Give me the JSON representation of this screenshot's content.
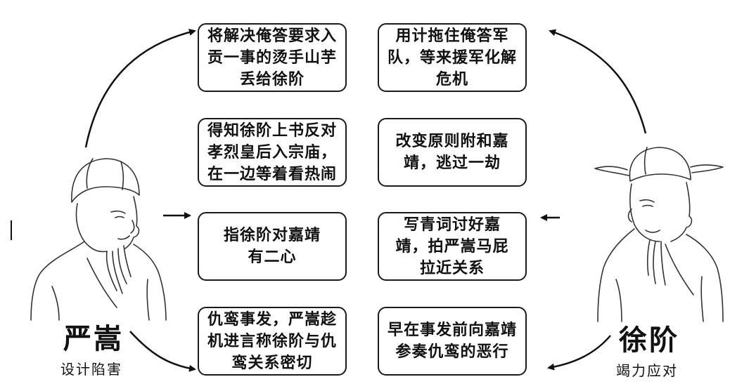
{
  "left_figure": {
    "name": "严嵩",
    "role": "设计陷害",
    "icon": "official-portrait-icon"
  },
  "right_figure": {
    "name": "徐阶",
    "role": "竭力应对",
    "icon": "official-portrait-icon"
  },
  "left_boxes": [
    "将解决俺答要求入\n贡一事的烫手山芋\n丢给徐阶",
    "得知徐阶上书反对\n孝烈皇后入宗庙，\n在一边等着看热闹",
    "指徐阶对嘉靖\n有二心",
    "仇鸾事发，严嵩趁\n机进言称徐阶与仇\n鸾关系密切"
  ],
  "right_boxes": [
    "用计拖住俺答军\n队，等来援军化解\n危机",
    "改变原则附和嘉\n靖，逃过一劫",
    "写青词讨好嘉\n靖，拍严嵩马屁\n拉近关系",
    "早在事发前向嘉靖\n参奏仇鸾的恶行"
  ]
}
